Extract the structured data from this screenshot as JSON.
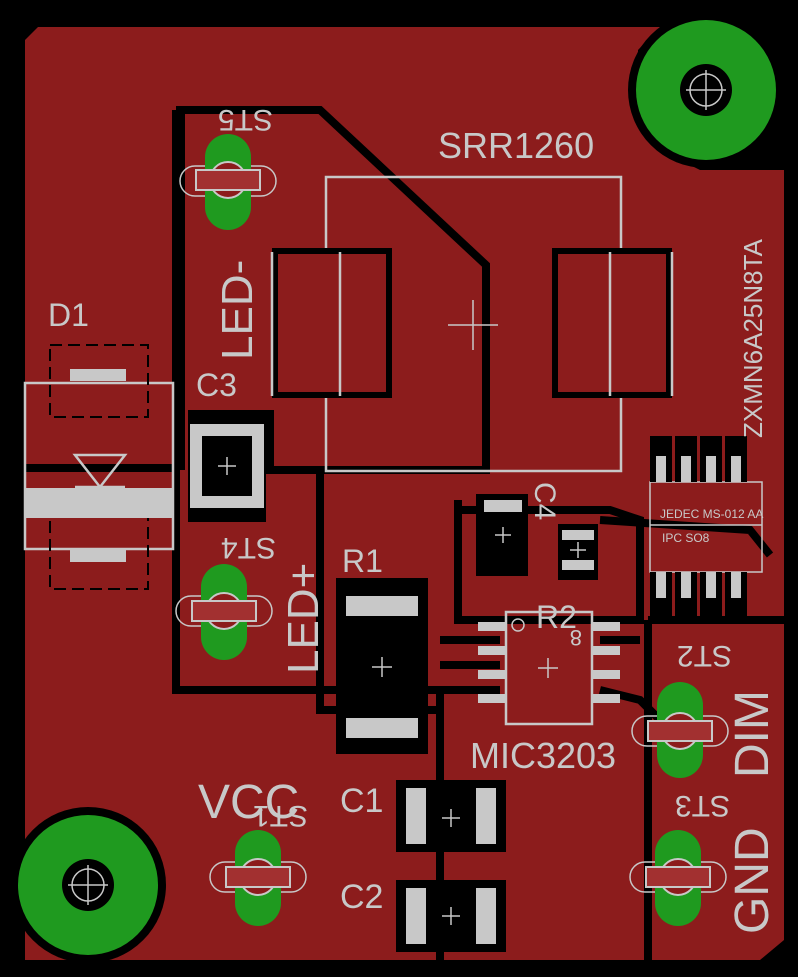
{
  "labels": {
    "srr": "SRR1260",
    "zxmn": "ZXMN6A25N8TA",
    "d1": "D1",
    "c3": "C3",
    "st5": "ST5",
    "led_minus": "LED-",
    "st4": "ST4",
    "led_plus": "LED+",
    "r1": "R1",
    "r2": "R2",
    "c4": "C4",
    "jedec": "JEDEC MS-012 AA",
    "ipc": "IPC SO8",
    "pin8": "8",
    "mic": "MIC3203",
    "st2": "ST2",
    "dim": "DIM",
    "vcc": "VCC",
    "st1": "ST1",
    "c1": "C1",
    "c2": "C2",
    "st3": "ST3",
    "gnd": "GND"
  },
  "colors": {
    "copper": "#8c1c1c",
    "background": "#000000",
    "silkscreen": "#c8c8c8",
    "via": "#1f9a1f"
  }
}
